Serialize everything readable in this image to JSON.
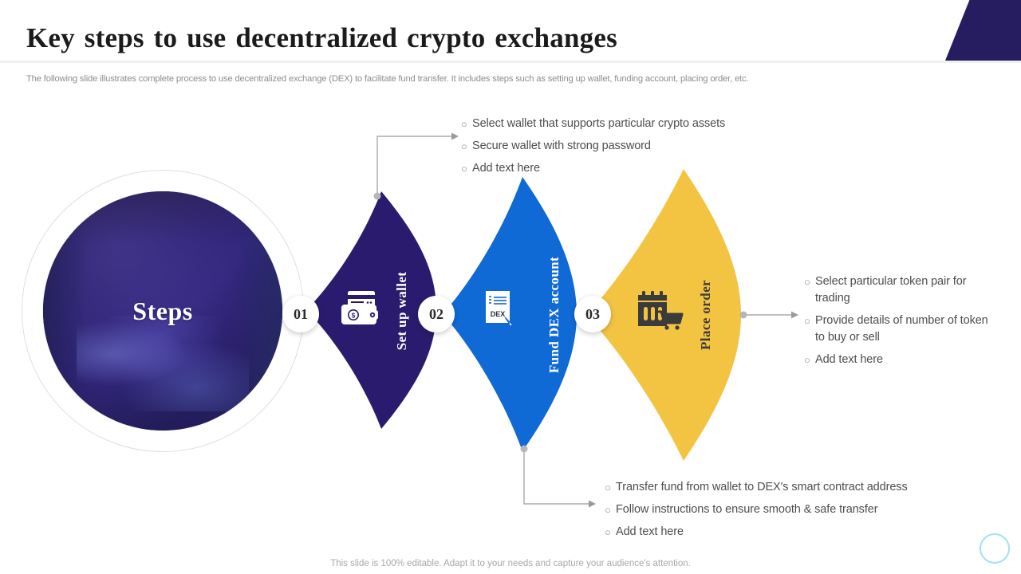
{
  "slide": {
    "title": "Key steps to use decentralized crypto exchanges",
    "subtitle": "The following slide illustrates complete process to use decentralized exchange (DEX) to facilitate fund transfer. It includes steps such as setting up wallet, funding account, placing order, etc.",
    "footer_note": "This slide is 100% editable. Adapt it to your needs and capture your audience's attention.",
    "center_label": "Steps"
  },
  "colors": {
    "header_wedge": "#261c60",
    "petal_1": "#2b1b6e",
    "petal_2": "#0f6ad6",
    "petal_3": "#f4c busy",
    "petal_3_fill": "#f3c342",
    "title_text": "#1b1b1b",
    "subtitle_text": "#8d8d8d",
    "bullet_text": "#4d4d4d",
    "connector": "#9a9a9a",
    "deco_circle": "#8fdcf5"
  },
  "steps": [
    {
      "number": "01",
      "label": "Set up wallet",
      "icon": "wallet-icon",
      "fill": "#2b1b6e",
      "label_color": "#ffffff",
      "bullets": [
        "Select wallet that supports particular crypto assets",
        "Secure wallet with strong password",
        "Add text here"
      ]
    },
    {
      "number": "02",
      "label": "Fund DEX account",
      "icon": "dex-document-icon",
      "fill": "#0f6ad6",
      "label_color": "#ffffff",
      "icon_text": "DEX",
      "bullets": [
        "Transfer fund from wallet to DEX's smart contract address",
        "Follow instructions to ensure smooth & safe transfer",
        "Add text here"
      ]
    },
    {
      "number": "03",
      "label": "Place order",
      "icon": "order-cart-icon",
      "fill": "#f3c342",
      "label_color": "#3b3b3b",
      "bullets": [
        "Select particular token pair for trading",
        "Provide details of number of token to buy or sell",
        "Add text here"
      ]
    }
  ],
  "bullet_marker": "○"
}
